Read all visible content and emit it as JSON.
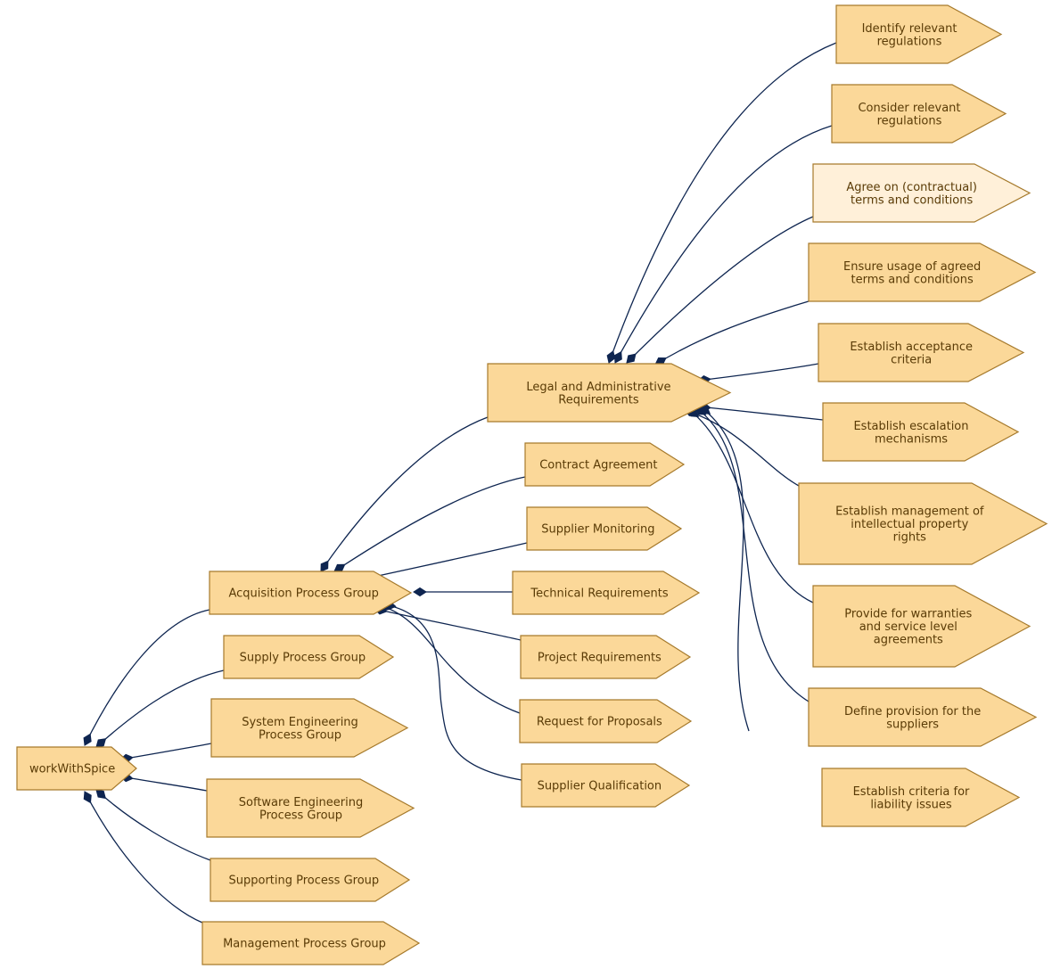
{
  "colors": {
    "node_fill": "#fbd899",
    "node_fill_light": "#fff0d9",
    "node_stroke": "#a67a2c",
    "text": "#5a3b06",
    "edge": "#0e2550"
  },
  "nodes": [
    {
      "id": "root",
      "lines": [
        "workWithSpice"
      ]
    },
    {
      "id": "acq",
      "lines": [
        "Acquisition Process Group"
      ]
    },
    {
      "id": "sup",
      "lines": [
        "Supply Process Group"
      ]
    },
    {
      "id": "sys",
      "lines": [
        "System Engineering",
        "Process Group"
      ]
    },
    {
      "id": "sw",
      "lines": [
        "Software Engineering",
        "Process Group"
      ]
    },
    {
      "id": "spt",
      "lines": [
        "Supporting Process Group"
      ]
    },
    {
      "id": "mgmt",
      "lines": [
        "Management Process Group"
      ]
    },
    {
      "id": "legal",
      "lines": [
        "Legal and Administrative",
        "Requirements"
      ]
    },
    {
      "id": "contract",
      "lines": [
        "Contract Agreement"
      ]
    },
    {
      "id": "supmon",
      "lines": [
        "Supplier Monitoring"
      ]
    },
    {
      "id": "tech",
      "lines": [
        "Technical Requirements"
      ]
    },
    {
      "id": "proj",
      "lines": [
        "Project Requirements"
      ]
    },
    {
      "id": "rfp",
      "lines": [
        "Request for Proposals"
      ]
    },
    {
      "id": "qual",
      "lines": [
        "Supplier Qualification"
      ]
    },
    {
      "id": "idreg",
      "lines": [
        "Identify relevant",
        "regulations"
      ]
    },
    {
      "id": "consreg",
      "lines": [
        "Consider relevant",
        "regulations"
      ]
    },
    {
      "id": "agree",
      "lines": [
        "Agree on (contractual)",
        "terms and conditions"
      ],
      "light": true
    },
    {
      "id": "ensure",
      "lines": [
        "Ensure usage of agreed",
        "terms and conditions"
      ]
    },
    {
      "id": "accept",
      "lines": [
        "Establish acceptance",
        "criteria"
      ]
    },
    {
      "id": "escal",
      "lines": [
        "Establish escalation",
        "mechanisms"
      ]
    },
    {
      "id": "ip",
      "lines": [
        "Establish management of",
        "intellectual property",
        "rights"
      ]
    },
    {
      "id": "warr",
      "lines": [
        "Provide for warranties",
        "and service level",
        "agreements"
      ]
    },
    {
      "id": "prov",
      "lines": [
        "Define provision for the",
        "suppliers"
      ]
    },
    {
      "id": "liab",
      "lines": [
        "Establish criteria for",
        "liability issues"
      ]
    }
  ],
  "edges": [
    {
      "from": "root",
      "to": "acq"
    },
    {
      "from": "root",
      "to": "sup"
    },
    {
      "from": "root",
      "to": "sys"
    },
    {
      "from": "root",
      "to": "sw"
    },
    {
      "from": "root",
      "to": "spt"
    },
    {
      "from": "root",
      "to": "mgmt"
    },
    {
      "from": "acq",
      "to": "legal"
    },
    {
      "from": "acq",
      "to": "contract"
    },
    {
      "from": "acq",
      "to": "supmon"
    },
    {
      "from": "acq",
      "to": "tech"
    },
    {
      "from": "acq",
      "to": "proj"
    },
    {
      "from": "acq",
      "to": "rfp"
    },
    {
      "from": "acq",
      "to": "qual"
    },
    {
      "from": "legal",
      "to": "idreg"
    },
    {
      "from": "legal",
      "to": "consreg"
    },
    {
      "from": "legal",
      "to": "agree"
    },
    {
      "from": "legal",
      "to": "ensure"
    },
    {
      "from": "legal",
      "to": "accept"
    },
    {
      "from": "legal",
      "to": "escal"
    },
    {
      "from": "legal",
      "to": "ip"
    },
    {
      "from": "legal",
      "to": "warr"
    },
    {
      "from": "legal",
      "to": "prov"
    },
    {
      "from": "legal",
      "to": "liab"
    }
  ]
}
